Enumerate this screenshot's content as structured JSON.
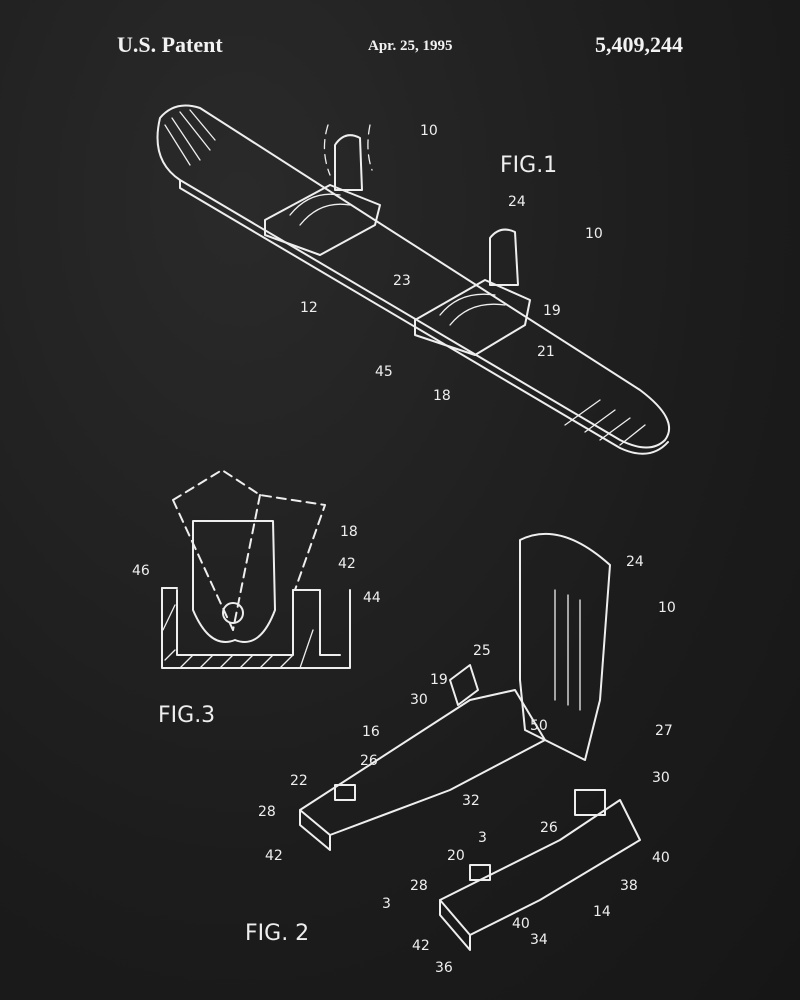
{
  "header": {
    "title": "U.S. Patent",
    "date": "Apr. 25, 1995",
    "patent_number": "5,409,244"
  },
  "figures": {
    "fig1": {
      "caption": "FIG.1",
      "labels": [
        "10",
        "24",
        "10",
        "23",
        "19",
        "12",
        "21",
        "45",
        "18"
      ]
    },
    "fig2": {
      "caption": "FIG. 2",
      "labels": [
        "24",
        "10",
        "25",
        "19",
        "30",
        "16",
        "50",
        "27",
        "26",
        "30",
        "22",
        "32",
        "28",
        "42",
        "26",
        "3",
        "40",
        "20",
        "38",
        "28",
        "3",
        "14",
        "40",
        "34",
        "42",
        "36"
      ]
    },
    "fig3": {
      "caption": "FIG.3",
      "labels": [
        "18",
        "42",
        "46",
        "44"
      ]
    }
  }
}
